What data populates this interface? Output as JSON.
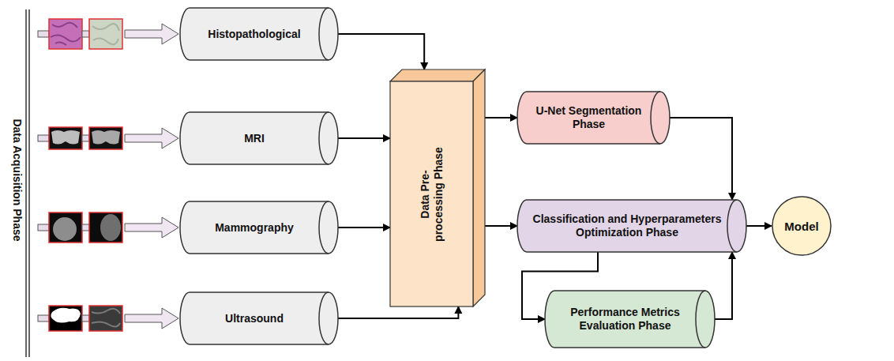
{
  "diagram": {
    "nodes": [
      {
        "text": [
          "Histopathological"
        ]
      },
      {
        "text": [
          "MRI"
        ]
      },
      {
        "text": [
          "Mammography"
        ]
      },
      {
        "text": [
          "Ultrasound"
        ]
      },
      {
        "text": [
          "Data Pre-processing Phase"
        ]
      },
      {
        "text": [
          "U-Net Segmentation Phase"
        ]
      },
      {
        "text": [
          "Classification and Hyperparameters Optimization Phase"
        ]
      },
      {
        "text": [
          "Performance Metrics Evaluation Phase"
        ]
      },
      {
        "text": [
          "Model"
        ]
      }
    ],
    "edges": [
      {
        "from": 0,
        "to": 4,
        "arrow": "to"
      },
      {
        "from": 1,
        "to": 4,
        "arrow": "to"
      },
      {
        "from": 2,
        "to": 4,
        "arrow": "to"
      },
      {
        "from": 3,
        "to": 4,
        "arrow": "to"
      },
      {
        "from": 4,
        "to": 5,
        "arrow": "to"
      },
      {
        "from": 4,
        "to": 6,
        "arrow": "to"
      },
      {
        "from": 5,
        "to": 6,
        "arrow": "to"
      },
      {
        "from": 6,
        "to": 8,
        "arrow": "to"
      },
      {
        "from": 6,
        "to": 7,
        "arrow": "to"
      },
      {
        "from": 7,
        "to": 6,
        "arrow": "to"
      }
    ],
    "labels": [
      "Data Acquisition Phase"
    ]
  }
}
